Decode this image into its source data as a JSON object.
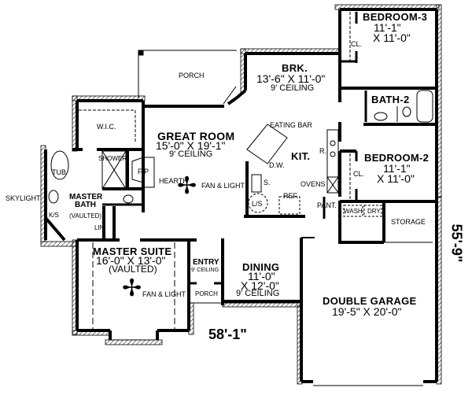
{
  "plan": {
    "overall_width": "58'-1\"",
    "overall_depth": "55'-9\"",
    "rooms": {
      "bedroom3": {
        "name": "BEDROOM-3",
        "dim1": "11'-1\"",
        "dim2": "X 11'-0\"",
        "closet": "CL."
      },
      "brk": {
        "name": "BRK.",
        "dim": "13'-6\" X 11'-0\"",
        "ceiling": "9' CEILING"
      },
      "porch_rear": {
        "name": "PORCH"
      },
      "bath2": {
        "name": "BATH-2"
      },
      "great_room": {
        "name": "GREAT ROOM",
        "dim": "15'-0\" X 19'-1\"",
        "ceiling": "9' CEILING",
        "fan": "FAN & LIGHT",
        "hearth": "HEARTH",
        "fp": "F/P"
      },
      "kitchen": {
        "name": "KIT.",
        "eating_bar": "EATING BAR",
        "dw": "D.W.",
        "sink": "S.",
        "ls": "L/S",
        "ref": "REF.",
        "range": "R.",
        "ovens": "OVENS",
        "pantry": "PANT."
      },
      "bedroom2": {
        "name": "BEDROOM-2",
        "dim1": "11'-1\"",
        "dim2": "X 11'-0\"",
        "closet": "CL."
      },
      "wic": {
        "name": "W.I.C."
      },
      "shower": {
        "name": "SHOWER"
      },
      "tub": {
        "name": "TUB"
      },
      "skylight": {
        "name": "SKYLIGHT"
      },
      "master_bath": {
        "name1": "MASTER",
        "name2": "BATH",
        "ks": "K/S",
        "vaulted": "(VAULTED)",
        "lin": "LIN."
      },
      "laundry": {
        "wash": "WASH",
        "dry": "DRY"
      },
      "storage": {
        "name": "STORAGE"
      },
      "master_suite": {
        "name": "MASTER SUITE",
        "dim": "16'-0\" X 13'-0\"",
        "vaulted": "(VAULTED)",
        "fan": "FAN & LIGHT"
      },
      "entry": {
        "name": "ENTRY",
        "ceiling": "9' CEILING"
      },
      "porch_front": {
        "name": "PORCH"
      },
      "dining": {
        "name": "DINING",
        "dim1": "11'-0\"",
        "dim2": "X 12'-0\"",
        "ceiling": "9' CEILING"
      },
      "garage": {
        "name": "DOUBLE GARAGE",
        "dim": "19'-5\" X 20'-0\""
      }
    }
  }
}
